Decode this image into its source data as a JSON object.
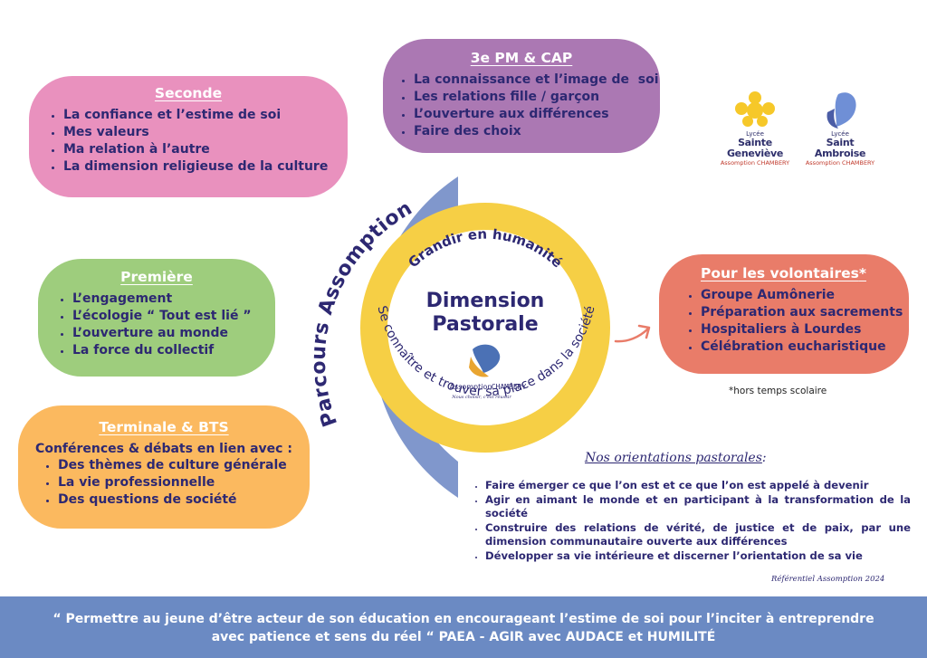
{
  "seconde": {
    "title": "Seconde",
    "items": [
      "La confiance et l’estime de soi",
      "Mes valeurs",
      "Ma relation à l’autre",
      "La dimension religieuse de la culture"
    ]
  },
  "pm_cap": {
    "title": "3e PM & CAP",
    "items": [
      "La connaissance et l’image de  soi",
      "Les relations fille / garçon",
      "L’ouverture aux différences",
      "Faire des choix"
    ]
  },
  "premiere": {
    "title": "Première",
    "items": [
      "L’engagement",
      "L’écologie “ Tout est lié ”",
      "L’ouverture au monde",
      "La force du collectif"
    ]
  },
  "terminale": {
    "title": "Terminale & BTS",
    "intro": "Conférences & débats en lien avec :",
    "items": [
      "Des thèmes de culture générale",
      "La vie professionnelle",
      "Des questions de société"
    ]
  },
  "volontaires": {
    "title": "Pour les volontaires",
    "star": "*",
    "items": [
      "Groupe Aumônerie",
      "Préparation aux sacrements",
      "Hospitaliers à Lourdes",
      "Célébration eucharistique"
    ],
    "note": "*hors temps scolaire"
  },
  "center": {
    "arc_label": "Parcours Assomption",
    "ring_top": "Grandir en humanité",
    "ring_bottom": "Se connaître et trouver sa place dans la société",
    "title_line1": "Dimension",
    "title_line2": "Pastorale",
    "logo_name": "Assomption",
    "logo_city": "CHAMBERY",
    "logo_tagline": "Nous choisir, c'est réussir"
  },
  "logos": {
    "genevieve": {
      "lycee": "Lycée",
      "name": "Sainte Geneviève",
      "group": "Assomption CHAMBERY"
    },
    "ambroise": {
      "lycee": "Lycée",
      "name": "Saint Ambroise",
      "group": "Assomption CHAMBERY"
    }
  },
  "orientations": {
    "title": "Nos orientations pastorales",
    "title_suffix": " :",
    "items": [
      "Faire émerger ce que l’on est et ce que l’on est appelé à devenir",
      "Agir en aimant le monde et en participant à la transformation de la société",
      "Construire des relations de vérité, de justice et de paix, par une dimension communautaire ouverte aux différences",
      "Développer sa vie intérieure et discerner l’orientation de sa vie"
    ],
    "reference": "Référentiel Assomption 2024"
  },
  "footer": {
    "line1": "“ Permettre au jeune d’être acteur de son éducation en encourageant l’estime de soi pour l’inciter à entreprendre",
    "line2": "avec patience et sens du réel “ PAEA - AGIR avec AUDACE et HUMILITÉ"
  },
  "colors": {
    "seconde": "#e991be",
    "pm_cap": "#ab78b3",
    "premiere": "#9ecd7d",
    "terminale": "#fbb95f",
    "volontaires": "#e97c69",
    "arc": "#8097cc",
    "ring": "#f6cf45",
    "footer": "#6b8ac3",
    "text": "#2d2872"
  }
}
